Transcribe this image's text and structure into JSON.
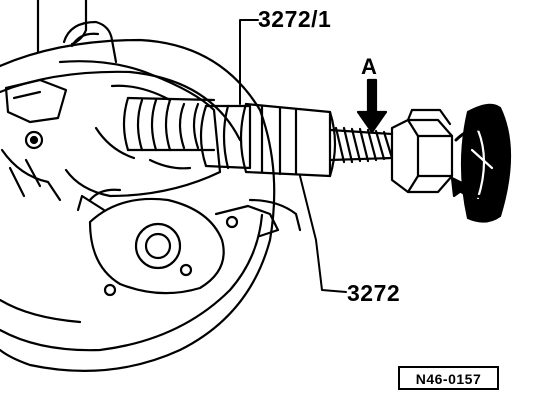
{
  "labels": {
    "tool_adapter": "3272/1",
    "direction_marker": "A",
    "tool_main": "3272"
  },
  "reference_code": "N46-0157"
}
